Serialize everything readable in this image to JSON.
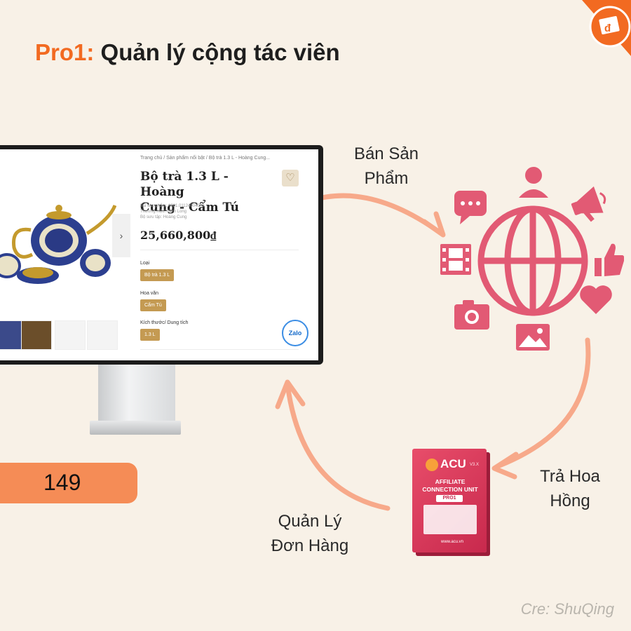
{
  "title": {
    "prefix": "Pro1:",
    "text": "Quản lý cộng tác viên"
  },
  "badge_number": "149",
  "credit": "Cre: ShuQing",
  "cycle_labels": {
    "sell": [
      "Bán Sản",
      "Phẩm"
    ],
    "commission": [
      "Trả Hoa",
      "Hồng"
    ],
    "orders": [
      "Quản Lý",
      "Đơn Hàng"
    ]
  },
  "product_page": {
    "breadcrumb": "Trang chủ  /  Sản phẩm nổi bật  /  Bộ trà 1.3 L - Hoàng Cung...",
    "name_line1": "Bộ trà 1.3 L - Hoàng",
    "name_line2": "Cung - Cẩm Tú",
    "meta": [
      "Mã sản phẩm: A001.01124004003",
      "Thương hiệu: Minh Long",
      "Bộ sưu tập: Hoàng Cung"
    ],
    "price": "25,660,800₫",
    "option_type_label": "Loại",
    "option_type_value": "Bộ trà 1.3 L",
    "option_pattern_label": "Hoa văn",
    "option_pattern_value": "Cẩm Tú",
    "option_size_label": "Kích thước/ Dung tích",
    "option_size_value": "1.3 L",
    "zalo": "Zalo"
  },
  "product_box": {
    "brand": "ACU",
    "version": "V3.X",
    "line1": "AFFILIATE",
    "line2": "CONNECTION UNIT",
    "edition": "PRO1",
    "url": "www.acu.vn"
  },
  "icons": [
    "chat-icon",
    "user-icon",
    "megaphone-icon",
    "thumbs-up-icon",
    "heart-icon",
    "image-icon",
    "camera-icon",
    "film-icon",
    "globe-icon"
  ],
  "colors": {
    "accent": "#f26a21",
    "icon_pink": "#e25a74",
    "arc": "#f7a98a",
    "background": "#f8f1e7"
  }
}
